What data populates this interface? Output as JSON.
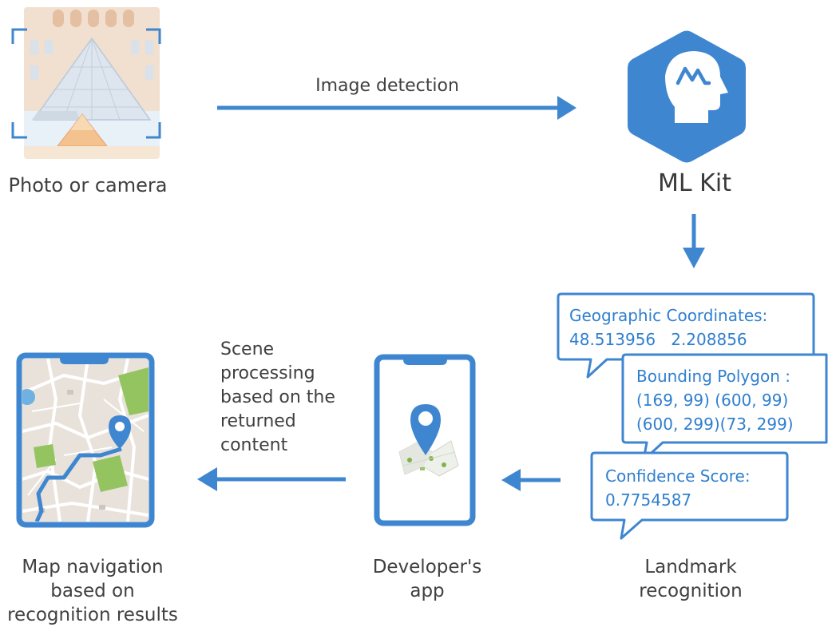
{
  "diagram": {
    "accent_color": "#3f86d0",
    "source": {
      "label": "Photo or camera",
      "icon": "louvre-pyramid-photo-icon"
    },
    "arrow_detection": {
      "label": "Image detection"
    },
    "ml_kit": {
      "label": "ML Kit",
      "icon": "ml-kit-hexagon-head-icon"
    },
    "landmark": {
      "label_lines": [
        "Landmark",
        "recognition"
      ],
      "callouts": [
        {
          "lines": [
            "Geographic Coordinates:",
            "48.513956   2.208856"
          ]
        },
        {
          "lines": [
            "Bounding Polygon :",
            "(169, 99) (600, 99)",
            "(600, 299)(73, 299)"
          ]
        },
        {
          "lines": [
            "Confidence Score:",
            "0.7754587"
          ]
        }
      ]
    },
    "developer_app": {
      "label_lines": [
        "Developer's",
        "app"
      ],
      "icon": "phone-map-pin-icon"
    },
    "scene_processing": {
      "label_lines": [
        "Scene",
        "processing",
        "based on the",
        "returned",
        "content"
      ]
    },
    "map_navigation": {
      "label_lines": [
        "Map navigation",
        "based on",
        "recognition results"
      ],
      "icon": "phone-city-map-icon"
    }
  }
}
